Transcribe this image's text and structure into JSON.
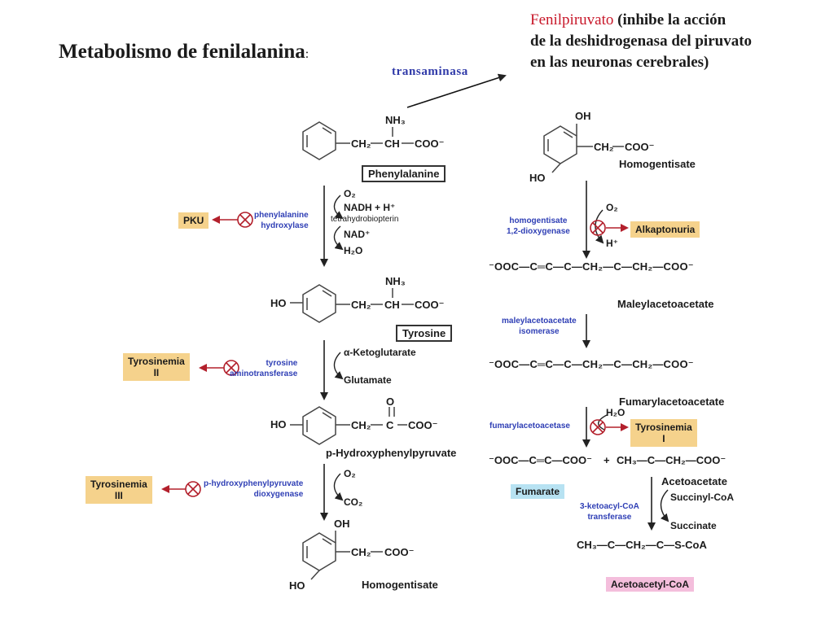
{
  "title": {
    "text": "Metabolismo de fenilalanina",
    "colon": ":"
  },
  "note": {
    "highlight": "Fenilpiruvato",
    "line1_rest": " (inhibe la acción",
    "line2": "de la deshidrogenasa del piruvato",
    "line3": "en las neuronas cerebrales)"
  },
  "transaminase": "transaminasa",
  "left": {
    "phe": {
      "nh3": "NH₃",
      "ch2": "CH₂",
      "ch": "CH",
      "coo": "COO⁻",
      "name": "Phenylalanine"
    },
    "step1": {
      "enzyme_l1": "phenylalanine",
      "enzyme_l2": "hydroxylase",
      "o2": "O₂",
      "nadh": "NADH + H⁺",
      "bh4": "tetrahydrobiopterin",
      "nad": "NAD⁺",
      "h2o": "H₂O",
      "disease": "PKU"
    },
    "tyr": {
      "ho": "HO",
      "nh3": "NH₃",
      "ch2": "CH₂",
      "ch": "CH",
      "coo": "COO⁻",
      "name": "Tyrosine"
    },
    "step2": {
      "enzyme_l1": "tyrosine",
      "enzyme_l2": "aminotransferase",
      "akg": "α-Ketoglutarate",
      "glu": "Glutamate",
      "disease_l1": "Tyrosinemia",
      "disease_l2": "II"
    },
    "hpp": {
      "ho": "HO",
      "ch2": "CH₂",
      "c": "C",
      "o": "O",
      "coo": "COO⁻",
      "name": "p-Hydroxyphenylpyruvate"
    },
    "step3": {
      "enzyme_l1": "p-hydroxyphenylpyruvate",
      "enzyme_l2": "dioxygenase",
      "o2": "O₂",
      "co2": "CO₂",
      "disease_l1": "Tyrosinemia",
      "disease_l2": "III"
    },
    "hga": {
      "oh": "OH",
      "ho": "HO",
      "ch2": "CH₂",
      "coo": "COO⁻",
      "name": "Homogentisate"
    }
  },
  "right": {
    "hga": {
      "oh": "OH",
      "ho": "HO",
      "ch2": "CH₂",
      "coo": "COO⁻",
      "name": "Homogentisate"
    },
    "step4": {
      "enzyme_l1": "homogentisate",
      "enzyme_l2": "1,2-dioxygenase",
      "o2": "O₂",
      "h": "H⁺",
      "disease": "Alkaptonuria"
    },
    "maa": {
      "formula": "⁻OOC—C═C—C—CH₂—C—CH₂—COO⁻",
      "name": "Maleylacetoacetate"
    },
    "step5": {
      "enzyme_l1": "maleylacetoacetate",
      "enzyme_l2": "isomerase"
    },
    "faa": {
      "formula": "⁻OOC—C═C—C—CH₂—C—CH₂—COO⁻",
      "name": "Fumarylacetoacetate"
    },
    "step6": {
      "enzyme": "fumarylacetoacetase",
      "h2o": "H₂O",
      "disease_l1": "Tyrosinemia",
      "disease_l2": "I"
    },
    "split": {
      "fum_formula": "⁻OOC—C═C—COO⁻",
      "plus": "+",
      "aa_formula": "CH₃—C—CH₂—COO⁻",
      "aa_name": "Acetoacetate",
      "fum_name": "Fumarate"
    },
    "step7": {
      "enzyme_l1": "3-ketoacyl-CoA",
      "enzyme_l2": "transferase",
      "succcoa": "Succinyl-CoA",
      "succ": "Succinate"
    },
    "aacoa": {
      "formula": "CH₃—C—CH₂—C—S-CoA",
      "name": "Acetoacetyl-CoA"
    }
  }
}
